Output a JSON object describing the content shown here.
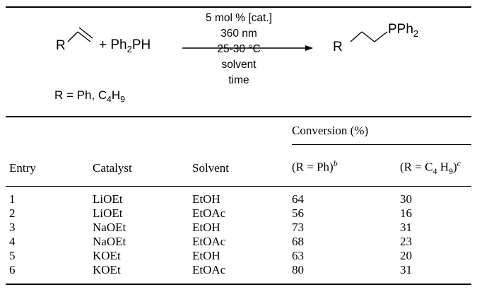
{
  "scheme": {
    "reactant_r": "R",
    "plus_reagent": "+ Ph",
    "reagent_sub": "2",
    "reagent_tail": "PH",
    "conditions": [
      "5 mol % [cat.]",
      "360 nm",
      "25-30 °C",
      "solvent",
      "time"
    ],
    "product_r": "R",
    "product_group": "PPh",
    "product_sub": "2",
    "r_def_prefix": "R = Ph, C",
    "r_def_sub1": "4",
    "r_def_mid": "H",
    "r_def_sub2": "9"
  },
  "table": {
    "group_header": "Conversion (%)",
    "headers": {
      "entry": "Entry",
      "catalyst": "Catalyst",
      "solvent": "Solvent",
      "conv_ph": "(R = Ph)",
      "conv_ph_note": "b",
      "conv_c4_prefix": "(R = C",
      "conv_c4_sub1": "4",
      "conv_c4_mid": " H",
      "conv_c4_sub2": "9",
      "conv_c4_suffix": ")",
      "conv_c4_note": "c"
    },
    "rows": [
      {
        "entry": "1",
        "catalyst": "LiOEt",
        "solvent": "EtOH",
        "conv_ph": "64",
        "conv_c4": "30"
      },
      {
        "entry": "2",
        "catalyst": "LiOEt",
        "solvent": "EtOAc",
        "conv_ph": "56",
        "conv_c4": "16"
      },
      {
        "entry": "3",
        "catalyst": "NaOEt",
        "solvent": "EtOH",
        "conv_ph": "73",
        "conv_c4": "31"
      },
      {
        "entry": "4",
        "catalyst": "NaOEt",
        "solvent": "EtOAc",
        "conv_ph": "68",
        "conv_c4": "23"
      },
      {
        "entry": "5",
        "catalyst": "KOEt",
        "solvent": "EtOH",
        "conv_ph": "63",
        "conv_c4": "20"
      },
      {
        "entry": "6",
        "catalyst": "KOEt",
        "solvent": "EtOAc",
        "conv_ph": "80",
        "conv_c4": "31"
      }
    ]
  }
}
